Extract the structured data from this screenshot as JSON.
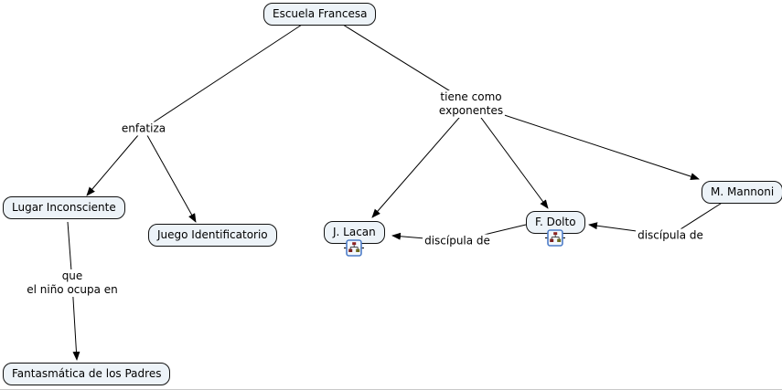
{
  "app": {
    "background_color": "#ffffff",
    "line_color": "#000000",
    "concept_fill_color": "#edf3f8",
    "concept_border_color": "#111111",
    "resource_icon_border_color": "#4d7cc7"
  },
  "concepts": [
    {
      "label": "Escuela Francesa"
    },
    {
      "label": "Lugar Inconsciente"
    },
    {
      "label": "Juego Identificatorio"
    },
    {
      "label": "J. Lacan",
      "has_resource_icon": true
    },
    {
      "label": "F. Dolto",
      "has_resource_icon": true
    },
    {
      "label": "M. Mannoni"
    },
    {
      "label": "Fantasmática de los Padres"
    }
  ],
  "linking_phrases": [
    {
      "label": "enfatiza"
    },
    {
      "label": "tiene como\nexponentes"
    },
    {
      "label": "discípula de"
    },
    {
      "label": "discípula de"
    },
    {
      "label": "que\nel niño ocupa en"
    }
  ],
  "icons": [
    {
      "name": "cmap-resource-icon",
      "attached_to": "J. Lacan"
    },
    {
      "name": "cmap-resource-icon",
      "attached_to": "F. Dolto"
    }
  ]
}
